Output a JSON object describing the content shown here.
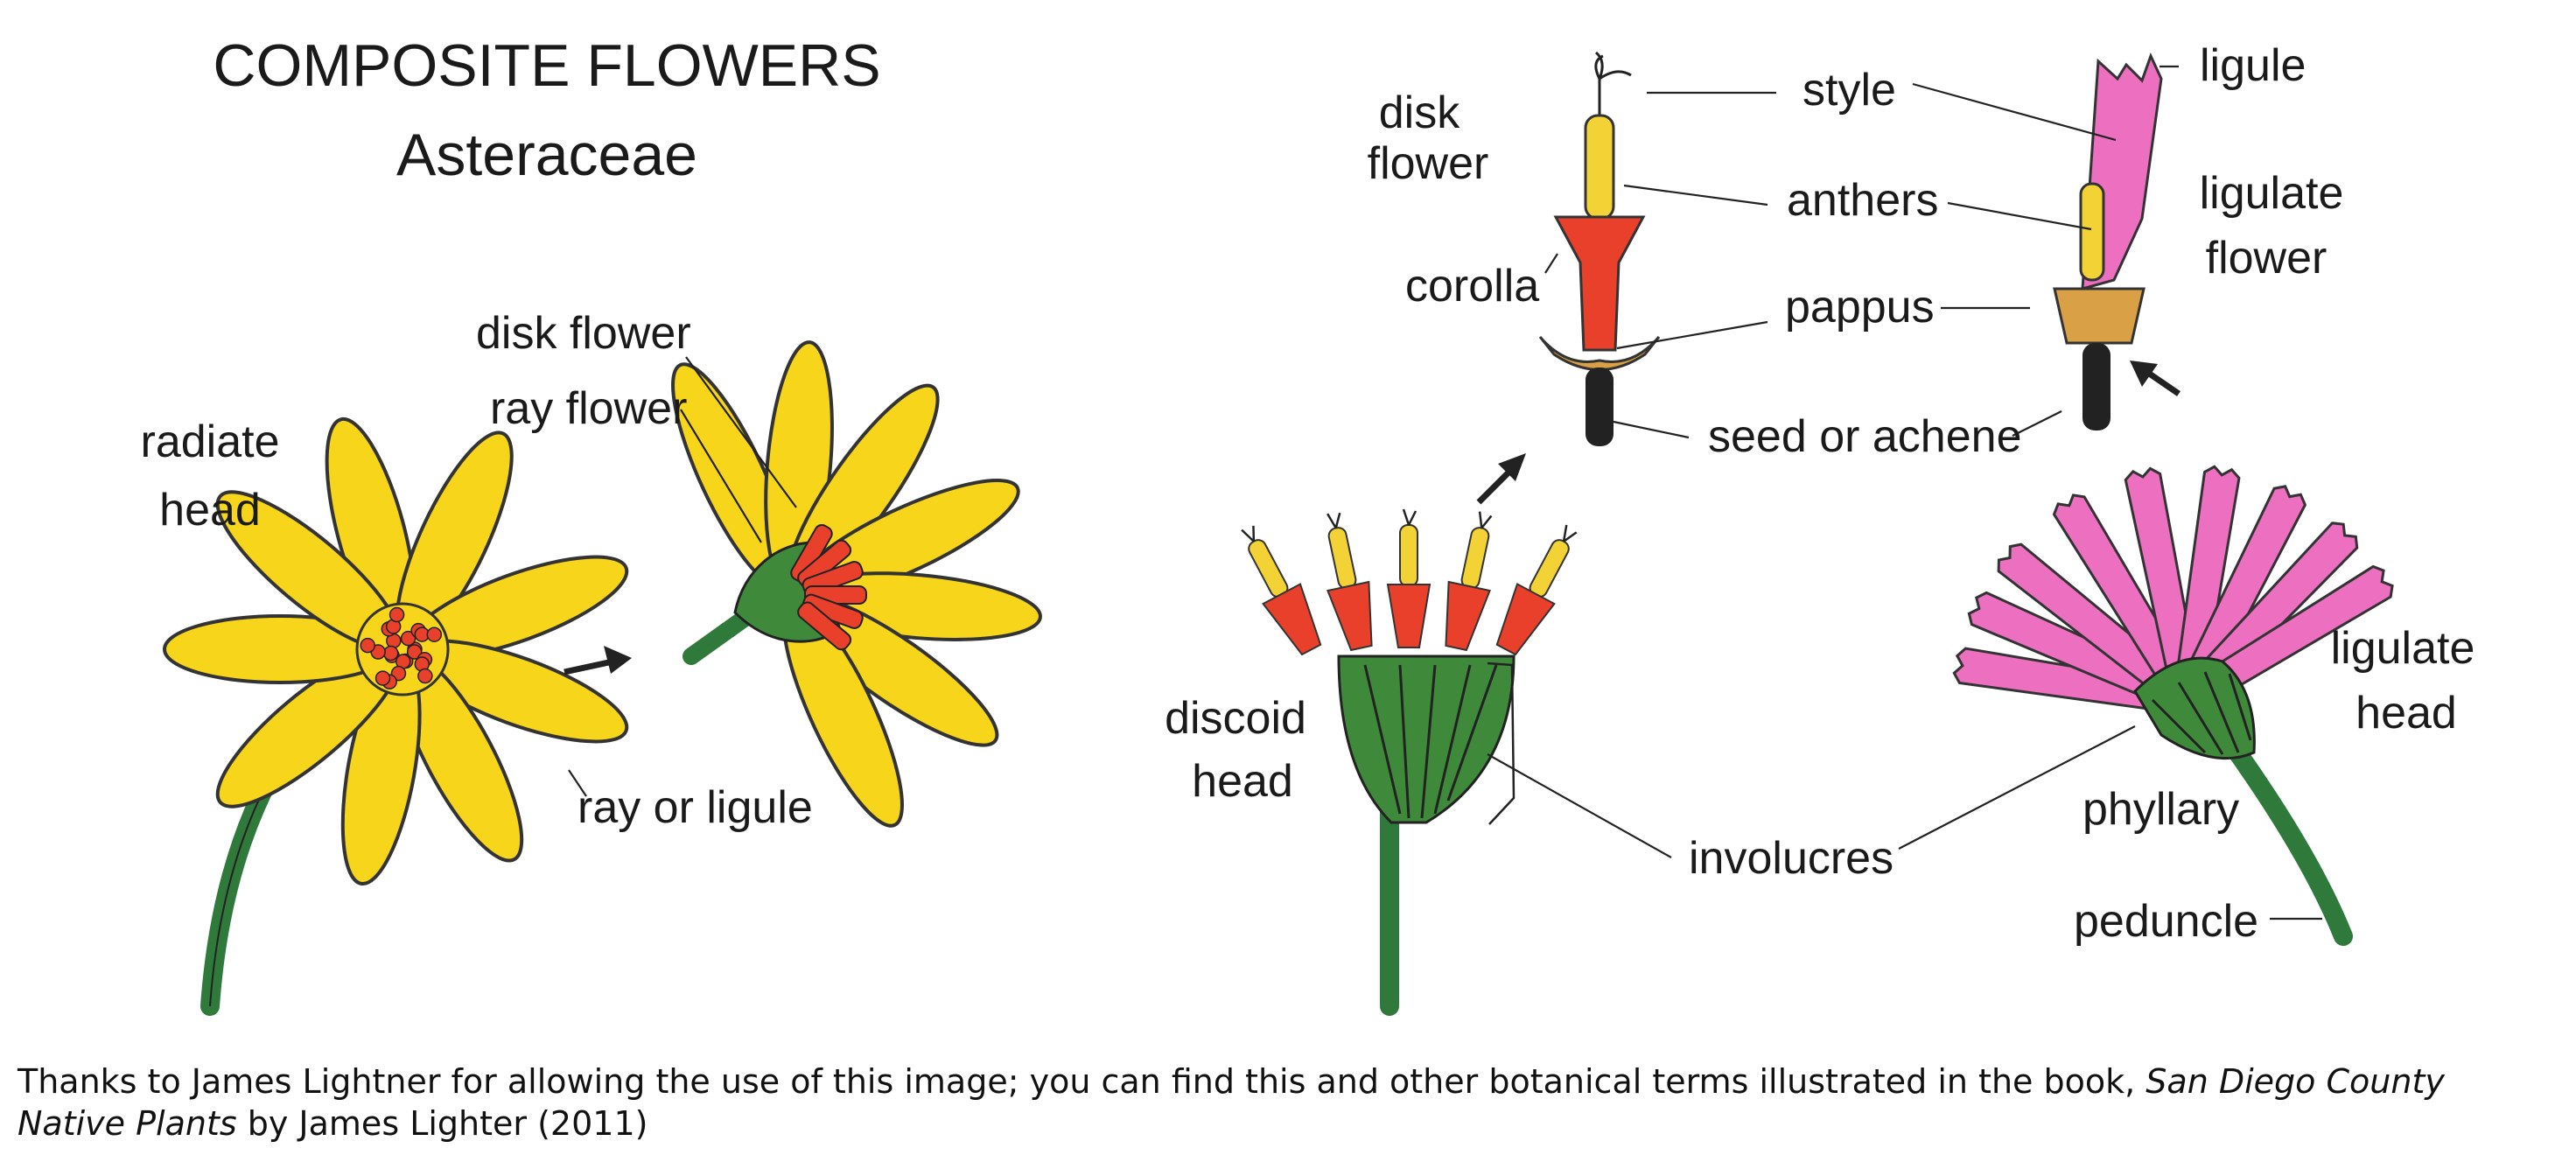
{
  "title": {
    "line1": "COMPOSITE FLOWERS",
    "line2": "Asteraceae"
  },
  "labels": {
    "radiate_head_1": "radiate",
    "radiate_head_2": "head",
    "disk_flower_left": "disk flower",
    "ray_flower": "ray flower",
    "ray_or_ligule": "ray or ligule",
    "disk_flower_top_1": "disk",
    "disk_flower_top_2": "flower",
    "corolla": "corolla",
    "style": "style",
    "anthers": "anthers",
    "pappus": "pappus",
    "seed_or_achene": "seed or achene",
    "ligule": "ligule",
    "ligulate_flower_1": "ligulate",
    "ligulate_flower_2": "flower",
    "discoid_head_1": "discoid",
    "discoid_head_2": "head",
    "involucres": "involucres",
    "ligulate_head_1": "ligulate",
    "ligulate_head_2": "head",
    "phyllary": "phyllary",
    "peduncle": "peduncle"
  },
  "credit": {
    "text_before": "Thanks to James Lightner for allowing the use of this image; you can find this and other botanical terms illustrated in the book, ",
    "book_title": "San Diego County Native Plants",
    "text_after": " by James Lighter (2011)"
  },
  "colors": {
    "petal_yellow": "#f7d51a",
    "disk_red": "#e8402a",
    "involucre_green": "#3f8a3a",
    "stem_green": "#2f7a3a",
    "ligule_pink": "#ec6fc0",
    "pappus_tan": "#d9a045",
    "seed_black": "#222222"
  }
}
